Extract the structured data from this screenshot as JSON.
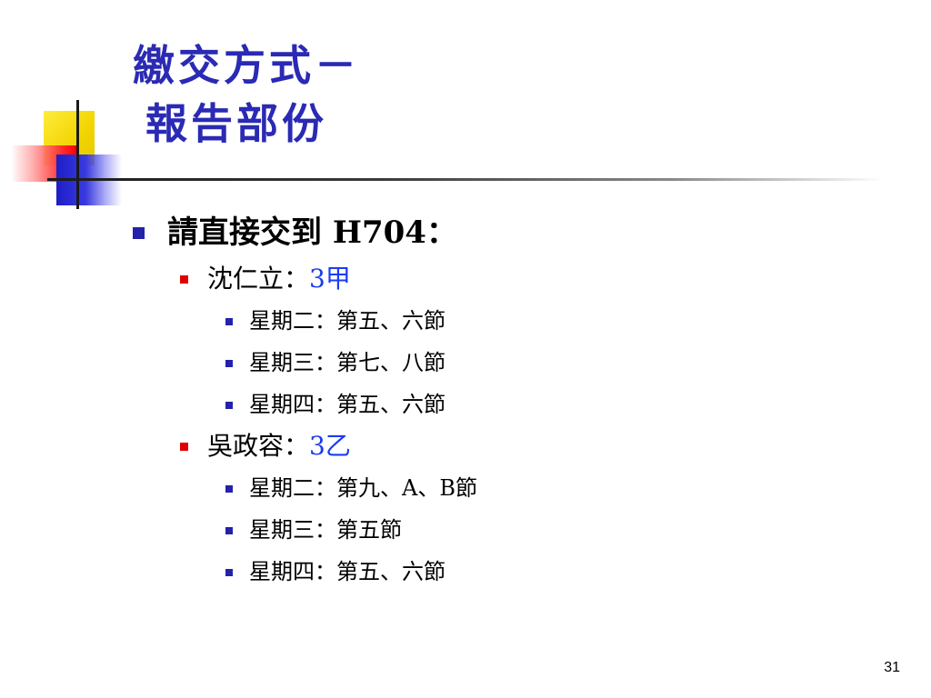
{
  "slide": {
    "title_line1": "繳交方式－",
    "title_line2": "報告部份",
    "page_number": "31",
    "colors": {
      "title": "#2a2ab4",
      "class_highlight": "#1a3cf0",
      "bullet_primary": "#2222aa",
      "bullet_secondary": "#e00000"
    }
  },
  "content": {
    "heading": "請直接交到 H704：",
    "groups": [
      {
        "teacher": "沈仁立：",
        "class": "3甲",
        "schedule": [
          "星期二：第五、六節",
          "星期三：第七、八節",
          "星期四：第五、六節"
        ]
      },
      {
        "teacher": "吳政容：",
        "class": "3乙",
        "schedule": [
          "星期二：第九、A、B節",
          "星期三：第五節",
          "星期四：第五、六節"
        ]
      }
    ]
  }
}
